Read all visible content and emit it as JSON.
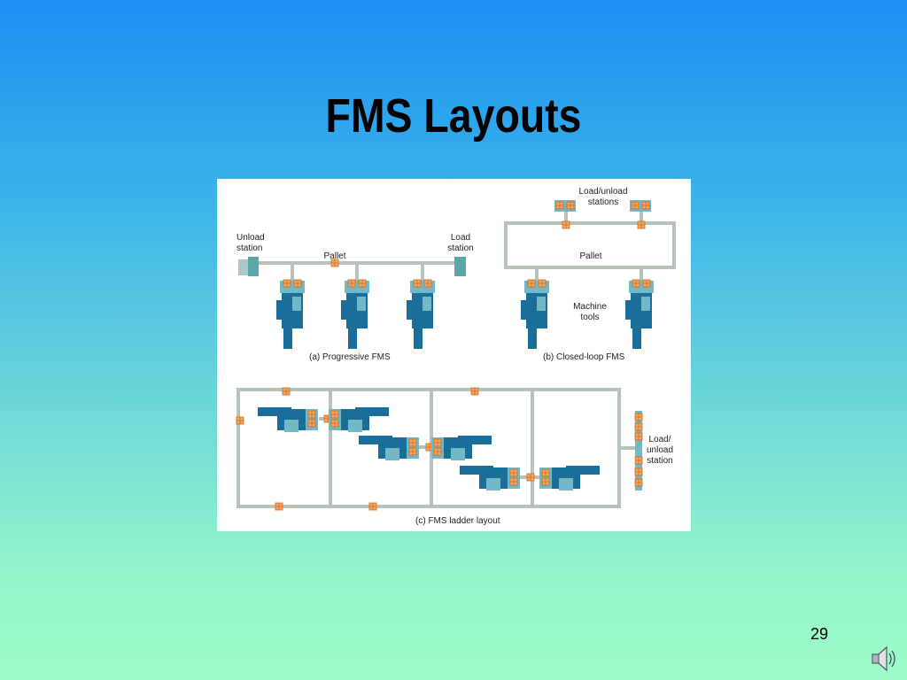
{
  "slide": {
    "title": "FMS Layouts",
    "page_number": "29"
  },
  "figure": {
    "progressive": {
      "unload_station": [
        "Unload",
        "station"
      ],
      "load_station": [
        "Load",
        "station"
      ],
      "pallet": "Pallet",
      "caption": "(a)  Progressive FMS"
    },
    "closed_loop": {
      "load_unload": [
        "Load/unload",
        "stations"
      ],
      "pallet": "Pallet",
      "machine_tools": [
        "Machine",
        "tools"
      ],
      "caption": "(b)  Closed-loop FMS"
    },
    "ladder": {
      "load_unload": [
        "Load/",
        "unload",
        "station"
      ],
      "caption": "(c)  FMS ladder layout"
    }
  },
  "colors": {
    "track": "#b7c2b8",
    "machine_dark": "#1a6f9a",
    "machine_light": "#72b8c6",
    "pallet": "#f2a660",
    "station": "#5aa7a8"
  },
  "icons": {
    "speaker": "speaker-icon"
  }
}
